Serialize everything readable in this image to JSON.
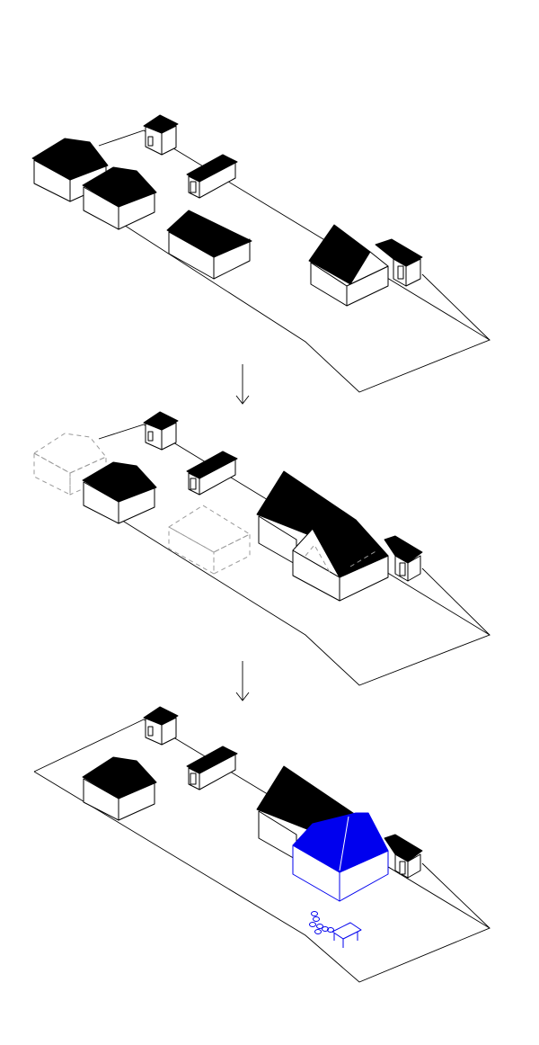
{
  "diagram": {
    "stages": [
      {
        "name": "existing-site"
      },
      {
        "name": "demolition-and-new-volume"
      },
      {
        "name": "final-proposal"
      }
    ],
    "transitions": [
      {
        "icon": "arrow-down-icon"
      },
      {
        "icon": "arrow-down-icon"
      }
    ],
    "colors": {
      "line": "#000000",
      "roof": "#000000",
      "demolished": "#999999",
      "new_element": "#0000ee",
      "background": "#ffffff"
    }
  }
}
